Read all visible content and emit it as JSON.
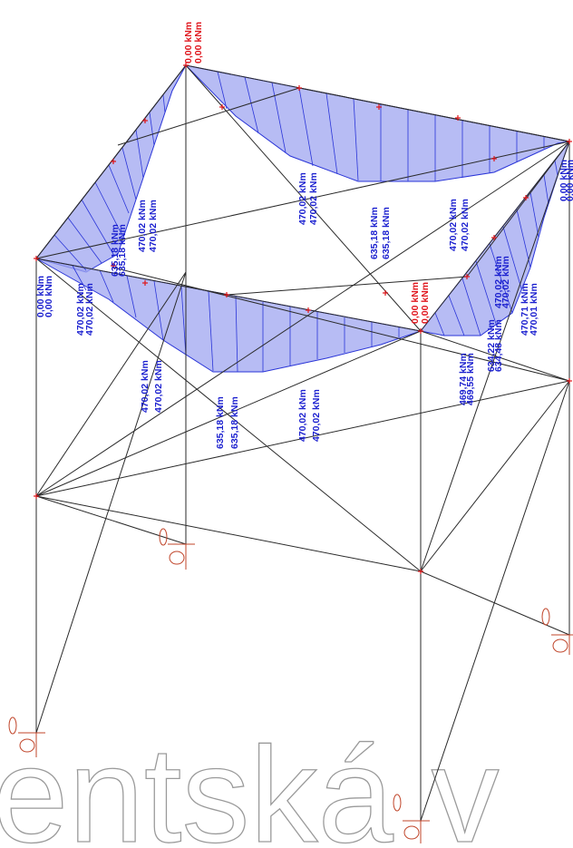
{
  "colors": {
    "moment_fill": "#9fa6f0",
    "moment_stroke": "#2a35d8",
    "value_label": "#1a1fcf",
    "zero_label": "#e0141c",
    "member": "#2a2a2a",
    "node": "#e01418",
    "support": "#c0452a",
    "watermark": "#9a9a9a"
  },
  "labels": {
    "top_zero_1": "0,00 kNm",
    "top_zero_2": "0,00 kNm",
    "right_zero_1": "0,00 kNm",
    "right_zero_2": "0,00 kNm",
    "front_zero_1": "0,00 kNm",
    "front_zero_2": "0,00 kNm",
    "left_zero_1": "0,00 kNm",
    "left_zero_2": "0,00 kNm",
    "back_a_1": "470,02 kNm",
    "back_a_2": "470,02 kNm",
    "back_mid_1": "635,18 kNm",
    "back_mid_2": "635,18 kNm",
    "back_b_1": "470,02 kNm",
    "back_b_2": "470,02 kNm",
    "left_a_1": "470,02 kNm",
    "left_a_2": "470,02 kNm",
    "left_mid_1": "635,18 kNm",
    "left_mid_2": "635,18 kNm",
    "left_b_1": "470,02 kNm",
    "left_b_2": "470,02 kNm",
    "front_a_1": "470,02 kNm",
    "front_a_2": "470,02 kNm",
    "front_mid_1": "635,18 kNm",
    "front_mid_2": "635,18 kNm",
    "front_b_1": "470,02 kNm",
    "front_b_2": "470,02 kNm",
    "right_a_1": "470,02 kNm",
    "right_a_2": "470,02 kNm",
    "right_mid_1": "469,74 kNm",
    "right_mid_2": "469,55 kNm",
    "right_b_1": "634,22 kNm",
    "right_b_2": "634,48 kNm",
    "right_c_1": "470,71 kNm",
    "right_c_2": "470,01 kNm"
  },
  "watermark": {
    "text": "entská v"
  }
}
